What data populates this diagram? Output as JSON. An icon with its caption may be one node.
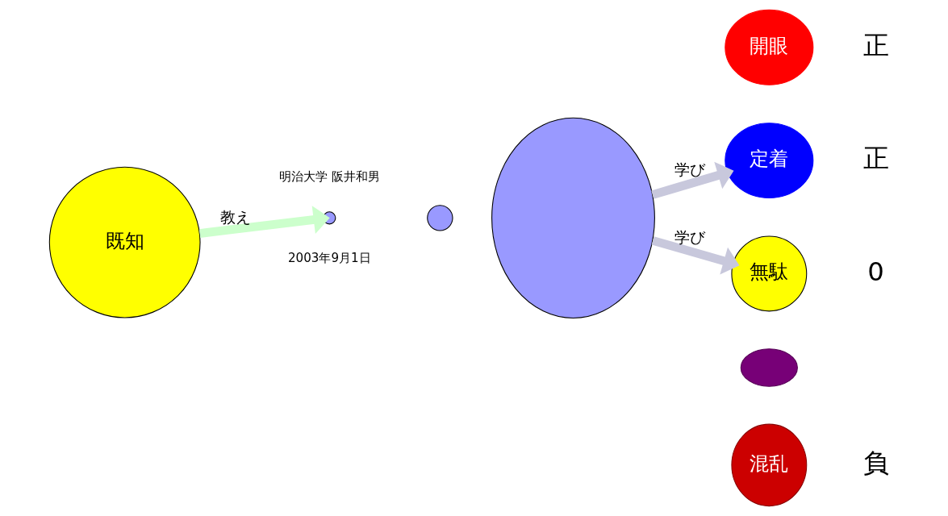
{
  "diagram": {
    "nodes": [
      {
        "text": [
          "既知"
        ]
      },
      {
        "text": [],
        "shape": "circle"
      },
      {
        "text": [],
        "shape": "circle"
      },
      {
        "text": [],
        "shape": "cloud"
      },
      {
        "text": [
          "開眼"
        ],
        "beside": [
          "正"
        ]
      },
      {
        "text": [
          "定着"
        ],
        "beside": [
          "正"
        ]
      },
      {
        "text": [
          "無駄"
        ],
        "beside": [
          "0"
        ]
      },
      {
        "text": [],
        "shape": "ellipse"
      },
      {
        "text": [
          "混乱"
        ],
        "beside": [
          "負"
        ]
      }
    ],
    "edges": [
      {
        "from": 0,
        "to": 1,
        "arrow": "to",
        "label": "教え",
        "color": "#ccffcc"
      },
      {
        "from": 3,
        "to": 5,
        "arrow": "to",
        "label": "学び"
      },
      {
        "from": 3,
        "to": 6,
        "arrow": "to",
        "label": "学び"
      }
    ],
    "labels": [
      "2003年9月1日",
      "明治大学 阪井和男"
    ]
  }
}
